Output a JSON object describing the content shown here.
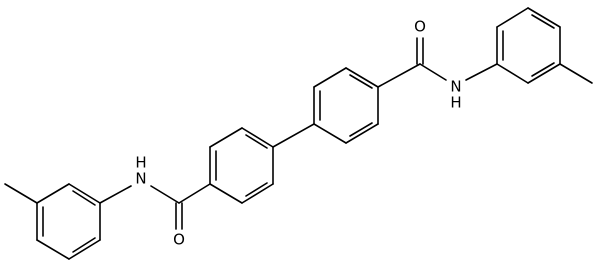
{
  "molecule": {
    "atoms": {
      "o1": "O",
      "nh1": "N",
      "h1": "H",
      "o2": "O",
      "nh2": "N",
      "h2": "H"
    }
  },
  "colors": {
    "bond": "#000000",
    "background": "#ffffff"
  }
}
